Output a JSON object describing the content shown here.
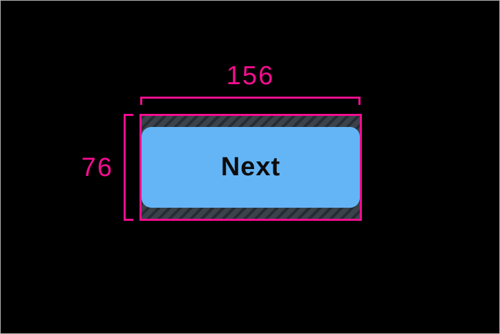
{
  "canvas": {
    "background": "#000000",
    "frame_border": "#b3b3b3"
  },
  "dimensions": {
    "width": {
      "label": "156"
    },
    "height": {
      "label": "76"
    }
  },
  "button": {
    "label": "Next"
  },
  "colors": {
    "measurement_pink": "#f50d8f",
    "button_fill_blue": "#64b5f6",
    "button_text": "#0d0d0d",
    "hatch_background": "#3b424b",
    "hatch_stripe": "#272c33"
  }
}
